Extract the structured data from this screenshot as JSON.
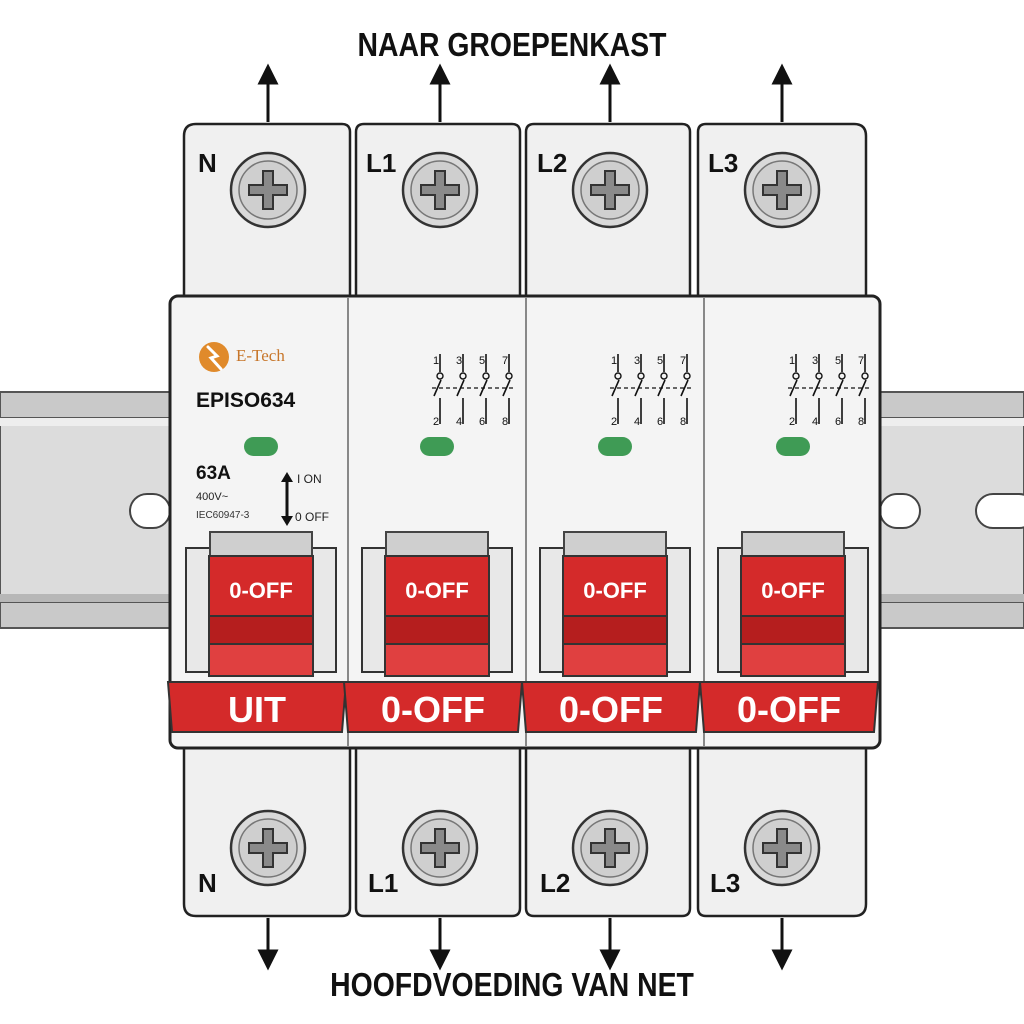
{
  "title_top": "NAAR GROEPENKAST",
  "title_bottom": "HOOFDVOEDING VAN NET",
  "device": {
    "brand": "E-Tech",
    "model": "EPISO634",
    "rating": "63A",
    "voltage": "400V~",
    "standard": "IEC60947-3",
    "on_label": "I ON",
    "off_label": "0 OFF"
  },
  "terminals_top": [
    "N",
    "L1",
    "L2",
    "L3"
  ],
  "terminals_bottom": [
    "N",
    "L1",
    "L2",
    "L3"
  ],
  "poles": [
    {
      "handle_label": "0-OFF",
      "status_label": "UIT"
    },
    {
      "handle_label": "0-OFF",
      "status_label": "0-OFF"
    },
    {
      "handle_label": "0-OFF",
      "status_label": "0-OFF"
    },
    {
      "handle_label": "0-OFF",
      "status_label": "0-OFF"
    }
  ],
  "contact_numbers_top": [
    "1",
    "3",
    "5",
    "7"
  ],
  "contact_numbers_bottom": [
    "2",
    "4",
    "6",
    "8"
  ],
  "colors": {
    "handle_red": "#d42a2a",
    "handle_dark": "#b51e1e",
    "indicator_green": "#3f9b55",
    "brand_orange": "#e08a2b",
    "body": "#f2f2f2",
    "rail": "#d6d6d6"
  }
}
